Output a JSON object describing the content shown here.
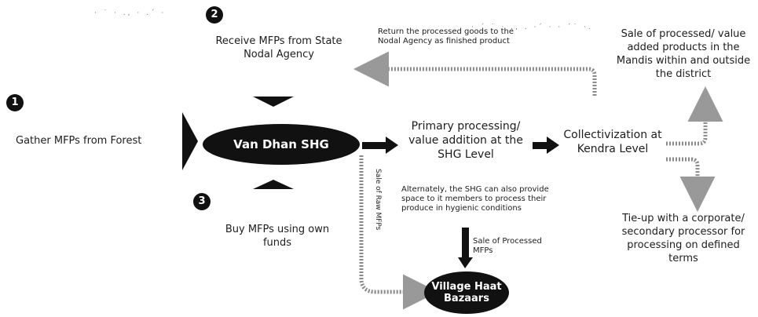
{
  "steps": {
    "one": "1",
    "two": "2",
    "three": "3"
  },
  "nodes": {
    "gather": "Gather MFPs from Forest",
    "receive": "Receive MFPs from State Nodal Agency",
    "buy": "Buy MFPs using own funds",
    "van_dhan": "Van Dhan SHG",
    "primary": "Primary processing/ value addition at the SHG Level",
    "collectivization": "Collectivization at Kendra Level",
    "sale_mandis": "Sale of processed/ value added products in the Mandis within and outside the district",
    "tieup": "Tie-up with a corporate/ secondary processor for processing on defined terms",
    "village_haat": "Village Haat Bazaars"
  },
  "annotations": {
    "return_goods": "Return the processed goods to the Nodal Agency as finished product",
    "alternately": "Alternately, the SHG can also provide space to it members to process their produce in hygienic conditions",
    "sale_processed": "Sale of Processed MFPs",
    "sale_raw": "Sale of Raw MFPs"
  },
  "colors": {
    "ink": "#111111",
    "dotted": "#8a8a8a"
  }
}
